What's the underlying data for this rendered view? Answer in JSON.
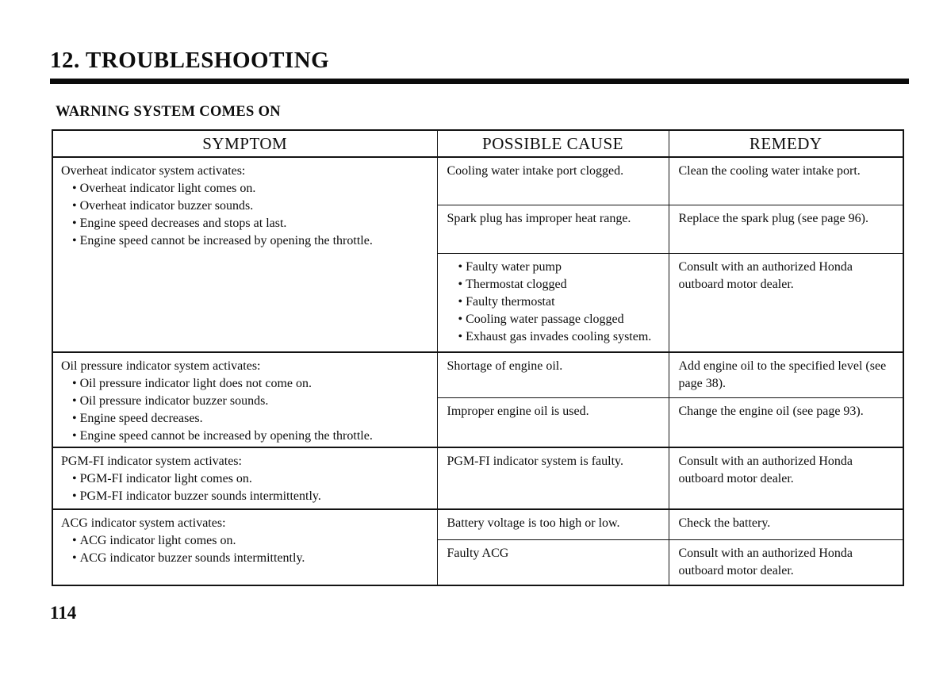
{
  "page": {
    "title": "12. TROUBLESHOOTING",
    "section_heading": "WARNING SYSTEM COMES ON",
    "page_number": "114"
  },
  "table": {
    "headers": [
      "SYMPTOM",
      "POSSIBLE CAUSE",
      "REMEDY"
    ],
    "sections": [
      {
        "symptom": {
          "title": "Overheat indicator system activates:",
          "bullets": [
            "Overheat indicator light comes on.",
            "Overheat indicator buzzer sounds.",
            "Engine speed decreases and stops at last.",
            "Engine speed cannot be increased by opening the throttle."
          ]
        },
        "rows": [
          {
            "cause": "Cooling water intake port clogged.",
            "remedy": "Clean the cooling water intake port."
          },
          {
            "cause": "Spark plug has improper heat range.",
            "remedy": "Replace the spark plug (see page 96)."
          },
          {
            "cause_bullets": [
              "Faulty water pump",
              "Thermostat clogged",
              "Faulty thermostat",
              "Cooling water passage clogged",
              "Exhaust gas invades cooling system."
            ],
            "remedy": "Consult with an authorized Honda outboard motor dealer."
          }
        ]
      },
      {
        "symptom": {
          "title": "Oil pressure indicator system activates:",
          "bullets": [
            "Oil pressure indicator light does not come on.",
            "Oil pressure indicator buzzer sounds.",
            "Engine speed decreases.",
            "Engine speed cannot be increased by opening the throttle."
          ]
        },
        "rows": [
          {
            "cause": "Shortage of engine oil.",
            "remedy": "Add engine oil to the specified level (see page 38)."
          },
          {
            "cause": "Improper engine oil is used.",
            "remedy": "Change the engine oil (see page 93)."
          }
        ]
      },
      {
        "symptom": {
          "title": "PGM-FI indicator system activates:",
          "bullets": [
            "PGM-FI indicator light comes on.",
            "PGM-FI indicator buzzer sounds intermittently."
          ]
        },
        "rows": [
          {
            "cause": "PGM-FI indicator system is faulty.",
            "remedy": "Consult with an authorized Honda outboard motor dealer."
          }
        ]
      },
      {
        "symptom": {
          "title": "ACG indicator system activates:",
          "bullets": [
            "ACG indicator light comes on.",
            "ACG indicator buzzer sounds intermittently."
          ]
        },
        "rows": [
          {
            "cause": "Battery voltage is too high or low.",
            "remedy": "Check the battery."
          },
          {
            "cause": "Faulty ACG",
            "remedy": "Consult with an authorized Honda outboard motor dealer."
          }
        ]
      }
    ]
  }
}
